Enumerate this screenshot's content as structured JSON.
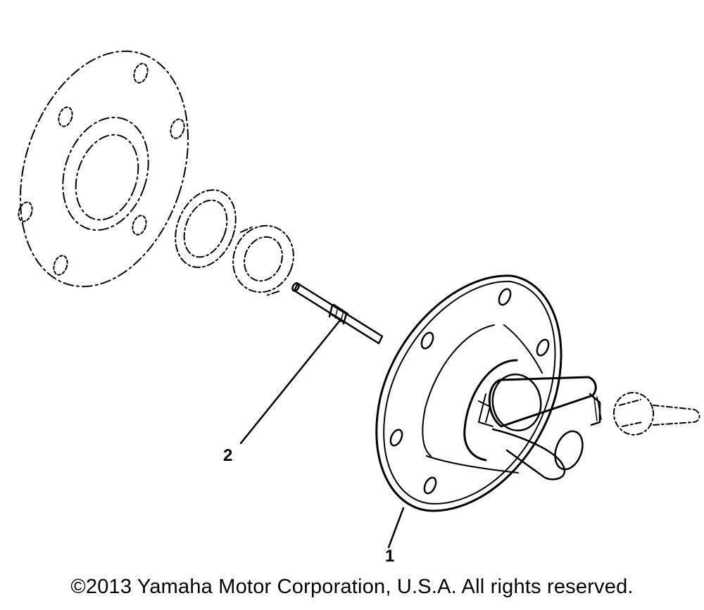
{
  "callouts": [
    {
      "number": "1",
      "part": "drive-flange-assembly"
    },
    {
      "number": "2",
      "part": "shaft-pin"
    }
  ],
  "copyright": "©2013 Yamaha Motor Corporation, U.S.A. All rights reserved.",
  "colors": {
    "line": "#000000",
    "background": "#ffffff"
  }
}
